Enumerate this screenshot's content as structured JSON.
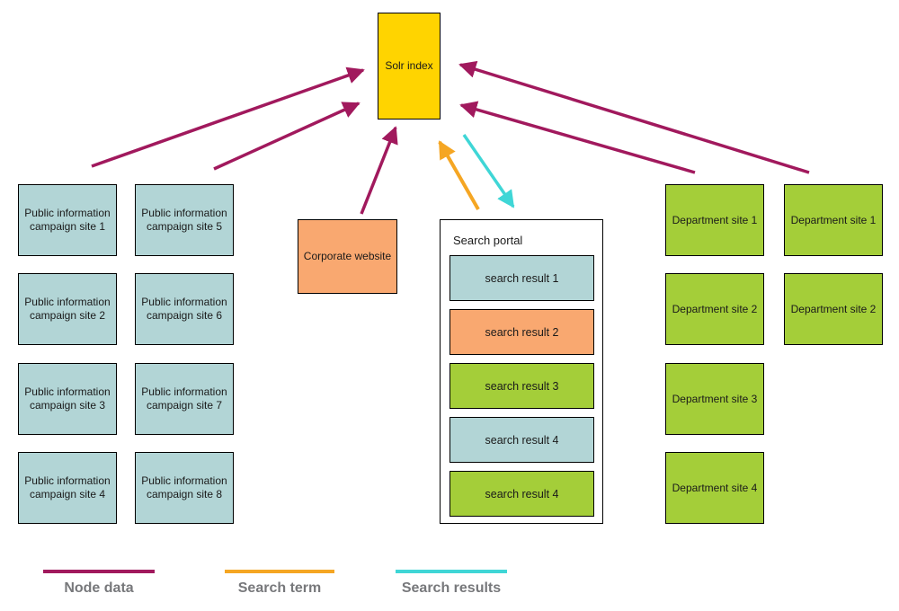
{
  "diagram": {
    "solr_index": {
      "label": "Solr index"
    },
    "public_sites": [
      {
        "label": "Public information campaign site 1"
      },
      {
        "label": "Public information campaign site 2"
      },
      {
        "label": "Public information campaign site 3"
      },
      {
        "label": "Public information campaign site 4"
      },
      {
        "label": "Public information campaign site 5"
      },
      {
        "label": "Public information campaign site 6"
      },
      {
        "label": "Public information campaign site 7"
      },
      {
        "label": "Public information campaign site 8"
      }
    ],
    "corporate_website": {
      "label": "Corporate website"
    },
    "search_portal": {
      "title": "Search portal",
      "results": [
        {
          "label": "search result 1",
          "color": "#b2d5d6"
        },
        {
          "label": "search result 2",
          "color": "#f9a870"
        },
        {
          "label": "search result 3",
          "color": "#a4ce39"
        },
        {
          "label": "search result 4",
          "color": "#b2d5d6"
        },
        {
          "label": "search result 4",
          "color": "#a4ce39"
        }
      ]
    },
    "department_sites_col1": [
      "Department site 1",
      "Department site 2",
      "Department site 3",
      "Department site 4"
    ],
    "department_sites_col2": [
      "Department site 1",
      "Department site 2"
    ],
    "legend": [
      {
        "label": "Node data",
        "color": "#a1195d"
      },
      {
        "label": "Search term",
        "color": "#f5a623"
      },
      {
        "label": "Search results",
        "color": "#3fd6d6"
      }
    ],
    "colors": {
      "solr_box": "#ffd400",
      "public_site_box": "#b2d5d6",
      "department_site_box": "#a4ce39",
      "corporate_box": "#f9a870",
      "search_result_teal": "#b2d5d6",
      "search_result_orange": "#f9a870",
      "search_result_green": "#a4ce39",
      "node_data_arrow": "#a1195d",
      "search_term_arrow": "#f5a623",
      "search_results_arrow": "#3fd6d6",
      "legend_text": "#77787b",
      "box_border": "#000000"
    }
  }
}
